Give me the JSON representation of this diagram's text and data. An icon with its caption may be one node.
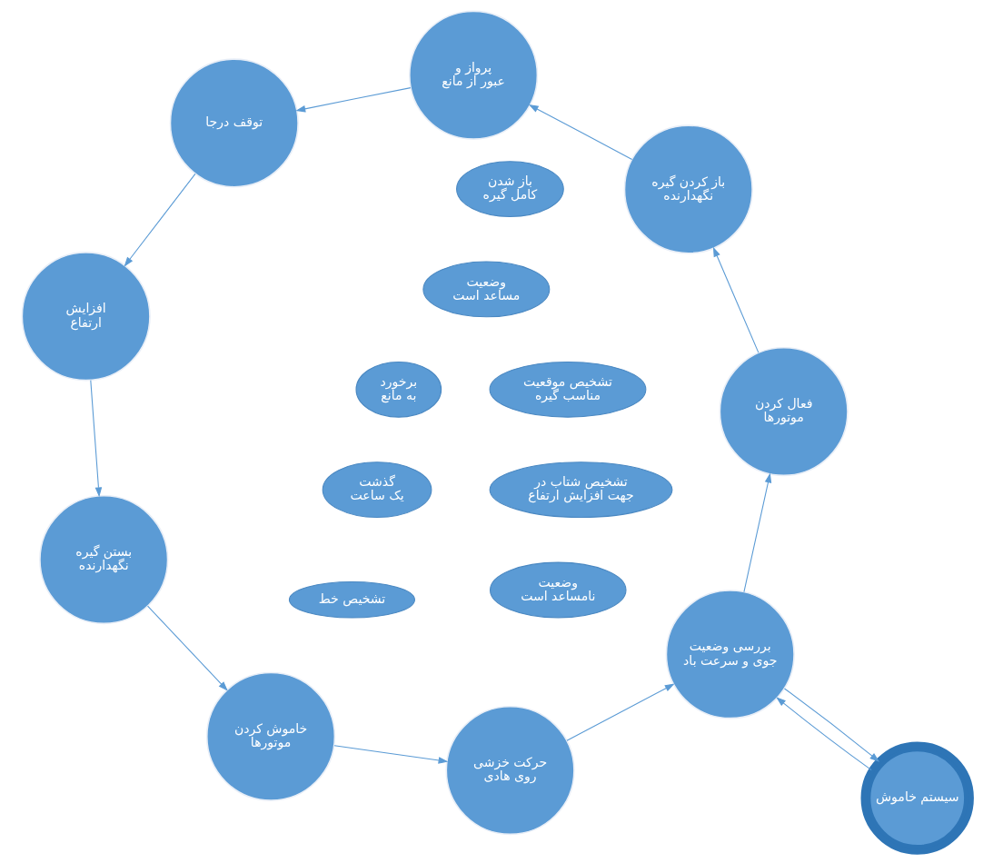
{
  "diagram": {
    "nodes": [
      {
        "text": [
          "بررسی وضعیت جوی و سرعت باد"
        ]
      },
      {
        "text": [
          "فعال کردن موتورها"
        ]
      },
      {
        "text": [
          "باز کردن گیره نگهدارنده"
        ]
      },
      {
        "text": [
          "پرواز و عبور از مانع"
        ]
      },
      {
        "text": [
          "توقف درجا"
        ]
      },
      {
        "text": [
          "افزایش ارتفاع"
        ]
      },
      {
        "text": [
          "بستن گیره نگهدارنده"
        ]
      },
      {
        "text": [
          "خاموش کردن موتورها"
        ]
      },
      {
        "text": [
          "حرکت خزشی روی هادی"
        ]
      },
      {
        "text": [
          "سیستم خاموش"
        ]
      },
      {
        "text": [
          "برخورد به مانع"
        ]
      },
      {
        "text": [
          "تشخیص موقعیت مناسب گیره"
        ]
      },
      {
        "text": [
          "وضعیت مساعد است"
        ]
      },
      {
        "text": [
          "وضعیت نامساعد است"
        ]
      },
      {
        "text": [
          "گذشت یک ساعت"
        ]
      },
      {
        "text": [
          "تشخیص شتاب در جهت افزایش ارتفاع"
        ]
      },
      {
        "text": [
          "باز شدن کامل گیره"
        ]
      },
      {
        "text": [
          "تشخیص خط"
        ]
      }
    ],
    "edges": [
      {
        "from": 0,
        "to": 1,
        "arrow": "to"
      },
      {
        "from": 1,
        "to": 2,
        "arrow": "to"
      },
      {
        "from": 2,
        "to": 3,
        "arrow": "to"
      },
      {
        "from": 3,
        "to": 4,
        "arrow": "to"
      },
      {
        "from": 4,
        "to": 5,
        "arrow": "to"
      },
      {
        "from": 5,
        "to": 6,
        "arrow": "to"
      },
      {
        "from": 6,
        "to": 7,
        "arrow": "to"
      },
      {
        "from": 7,
        "to": 8,
        "arrow": "to"
      },
      {
        "from": 8,
        "to": 0,
        "arrow": "to"
      },
      {
        "from": 0,
        "to": 9,
        "arrow": "to"
      },
      {
        "from": 9,
        "to": 0,
        "arrow": "to"
      }
    ]
  }
}
